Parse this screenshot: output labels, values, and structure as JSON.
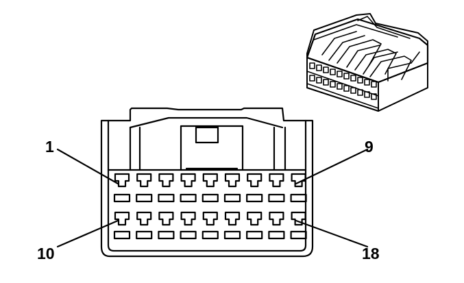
{
  "labels": {
    "pin_1": "1",
    "pin_9": "9",
    "pin_10": "10",
    "pin_18": "18"
  },
  "connector": {
    "top_row_terminals": 9,
    "bottom_row_terminals": 9
  },
  "colors": {
    "line": "#000000",
    "background": "#ffffff"
  }
}
